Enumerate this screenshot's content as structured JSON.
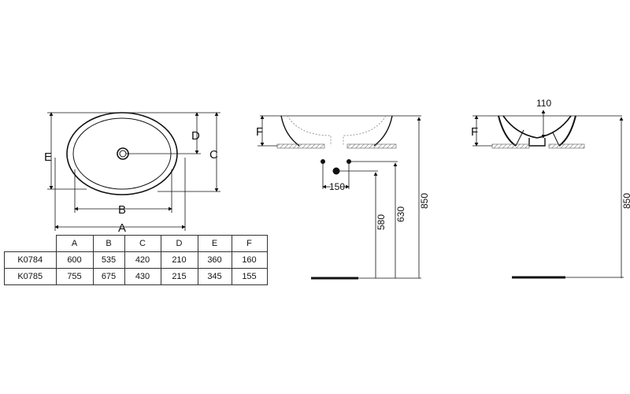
{
  "top_view": {
    "labels": {
      "a": "A",
      "b": "B",
      "c": "C",
      "d": "D",
      "e": "E"
    }
  },
  "side_view": {
    "labels": {
      "f": "F",
      "spacing": "150",
      "h580": "580",
      "h630": "630",
      "h850": "850"
    }
  },
  "end_view": {
    "labels": {
      "f": "F",
      "width": "110",
      "h850": "850"
    }
  },
  "table": {
    "headers": [
      "A",
      "B",
      "C",
      "D",
      "E",
      "F"
    ],
    "rows": [
      {
        "model": "K0784",
        "values": [
          "600",
          "535",
          "420",
          "210",
          "360",
          "160"
        ]
      },
      {
        "model": "K0785",
        "values": [
          "755",
          "675",
          "430",
          "215",
          "345",
          "155"
        ]
      }
    ]
  },
  "colors": {
    "line": "#111111",
    "hatch": "#777777"
  }
}
